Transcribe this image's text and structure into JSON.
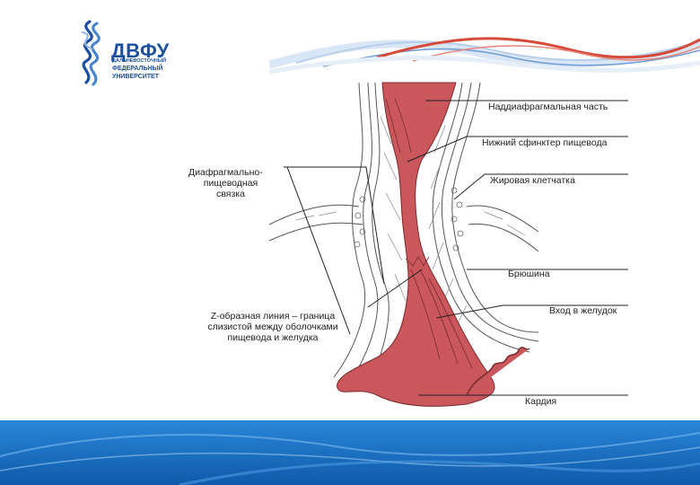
{
  "logo": {
    "title": "ДВФУ",
    "line1": "ДАЛЬНЕВОСТОЧНЫЙ",
    "line2": "ФЕДЕРАЛЬНЫЙ",
    "line3": "УНИВЕРСИТЕТ"
  },
  "diagram": {
    "labels": {
      "suprad": "Наддиафрагмальная часть",
      "sphincter": "Нижний сфинктер пищевода",
      "ligament_1": "Диафрагмально-",
      "ligament_2": "пищеводная",
      "ligament_3": "связка",
      "fat": "Жировая клетчатка",
      "peritoneum": "Брюшина",
      "zline_1": "Z-образная линия – граница",
      "zline_2": "слизистой между оболочками",
      "zline_3": "пищевода и желудка",
      "entrance": "Вход в желудок",
      "cardia": "Кардия"
    }
  },
  "colors": {
    "brand_blue": "#1d4f9c",
    "mucosa_red": "#c9575c",
    "footer_blue": "#1a6fc4",
    "wave_red": "#d64a3a"
  }
}
